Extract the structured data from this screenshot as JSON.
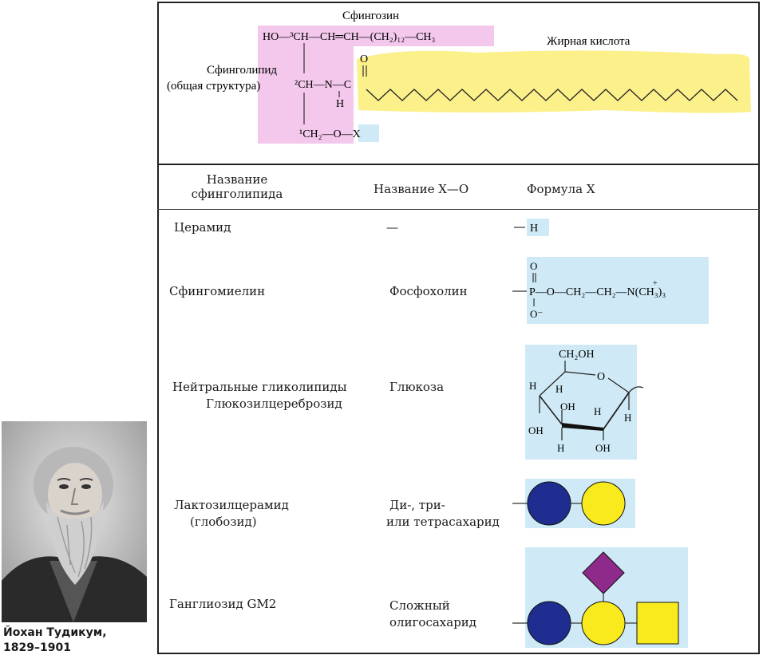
{
  "structure": {
    "sphingosine_label": "Сфингозин",
    "fatty_acid_label": "Жирная кислота",
    "sphingolipid_label_line1": "Сфинголипид",
    "sphingolipid_label_line2": "(общая структура)",
    "row1": "HO—³CH—CH═CH—(CH₂)₁₂—CH₃",
    "c2": "²CH—N—C",
    "c1": "¹CH₂—O—X",
    "h": "H",
    "o": "O",
    "x": "X"
  },
  "table": {
    "headers": {
      "name_line1": "Название",
      "name_line2": "сфинголипида",
      "xo": "Название X—O",
      "formula": "Формула X"
    },
    "rows": [
      {
        "name": "Церамид",
        "xo": "—",
        "formula_text": "—H"
      },
      {
        "name": "Сфингомиелин",
        "xo": "Фосфохолин",
        "formula_text": "—P—O—CH₂—CH₂—N(CH₃)₃"
      },
      {
        "name_line1": "Нейтральные гликолипиды",
        "name_line2": "Глюкозилцереброзид",
        "xo": "Глюкоза"
      },
      {
        "name_line1": "Лактозилцерамид",
        "name_line2": "(глобозид)",
        "xo_line1": "Ди-, три-",
        "xo_line2": "или тетрасахарид"
      },
      {
        "name": "Ганглиозид GM2",
        "xo_line1": "Сложный",
        "xo_line2": "олигосахарид"
      }
    ]
  },
  "portrait": {
    "caption_line1": "Йохан Тудикум,",
    "caption_line2": "1829–1901"
  },
  "colors": {
    "pink": "#f3c8ec",
    "yellow": "#fbf08a",
    "blue": "#cfeaf6",
    "navy": "#1e2d8f",
    "sugar_yellow": "#f9ea1e",
    "purple": "#8e2a8a"
  }
}
